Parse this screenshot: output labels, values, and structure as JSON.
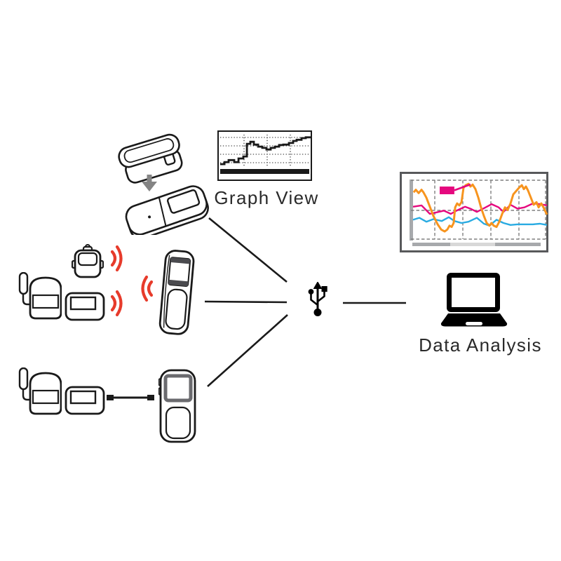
{
  "labels": {
    "graph_view": "Graph View",
    "data_analysis": "Data Analysis"
  },
  "colors": {
    "signal_red": "#e73b2b",
    "arrow_gray": "#848484",
    "outline_black": "#1a1a1a",
    "frame_gray": "#58595b",
    "scrollbar_gray": "#a7a9ac",
    "scrollbar_light": "#d8d8d8"
  },
  "icons": [
    "usb-icon",
    "laptop-icon",
    "download-arrow-icon",
    "wireless-signal-icon"
  ],
  "chart_data": [
    {
      "type": "line",
      "title": "Graph View",
      "subtype": "step",
      "palette": "monochrome",
      "grid": "dotted",
      "points_pct": [
        [
          0,
          76
        ],
        [
          4.7,
          76
        ],
        [
          4.7,
          71
        ],
        [
          9.3,
          71
        ],
        [
          9.3,
          66
        ],
        [
          15.5,
          66
        ],
        [
          15.5,
          71
        ],
        [
          20.2,
          71
        ],
        [
          20.2,
          62
        ],
        [
          25.6,
          62
        ],
        [
          25.6,
          57
        ],
        [
          29.5,
          57
        ],
        [
          29.5,
          26
        ],
        [
          33.3,
          26
        ],
        [
          33.3,
          21
        ],
        [
          37.2,
          21
        ],
        [
          37.2,
          28
        ],
        [
          41.9,
          28
        ],
        [
          41.9,
          33
        ],
        [
          46.5,
          33
        ],
        [
          46.5,
          36
        ],
        [
          51.2,
          36
        ],
        [
          51.2,
          40
        ],
        [
          55.8,
          40
        ],
        [
          55.8,
          36
        ],
        [
          60.5,
          36
        ],
        [
          60.5,
          33
        ],
        [
          65.1,
          33
        ],
        [
          65.1,
          29
        ],
        [
          69.8,
          29
        ],
        [
          69.8,
          28
        ],
        [
          76,
          28
        ],
        [
          76,
          24
        ],
        [
          80.6,
          24
        ],
        [
          80.6,
          19
        ],
        [
          84.5,
          19
        ],
        [
          84.5,
          16
        ],
        [
          89.9,
          16
        ],
        [
          89.9,
          12
        ],
        [
          94.6,
          12
        ],
        [
          94.6,
          10
        ],
        [
          100,
          10
        ]
      ]
    },
    {
      "type": "line",
      "title": "Data Analysis",
      "grid": "dashed",
      "annotation": {
        "color": "#e5087e",
        "box_pct": {
          "x": 20.3,
          "y": 15,
          "w": 10.9,
          "h": 11.8
        },
        "pointer_to_pct": [
          43.2,
          11.8
        ]
      },
      "series": [
        {
          "name": "orange",
          "color": "#f7941e",
          "points_pct": [
            [
              1,
              24
            ],
            [
              2.6,
              20
            ],
            [
              4.7,
              25
            ],
            [
              6.8,
              20
            ],
            [
              8.3,
              24
            ],
            [
              10.4,
              32
            ],
            [
              13,
              46
            ],
            [
              15.6,
              60
            ],
            [
              18.8,
              73
            ],
            [
              21.4,
              81
            ],
            [
              24,
              84
            ],
            [
              26,
              81
            ],
            [
              27.6,
              75
            ],
            [
              29.2,
              77
            ],
            [
              30.7,
              71
            ],
            [
              31.8,
              47
            ],
            [
              33.3,
              41
            ],
            [
              34.9,
              44
            ],
            [
              36.5,
              39
            ],
            [
              38,
              17
            ],
            [
              39.6,
              13
            ],
            [
              41.7,
              11
            ],
            [
              43.2,
              15
            ],
            [
              44.8,
              12
            ],
            [
              46.9,
              19
            ],
            [
              49,
              32
            ],
            [
              51,
              47
            ],
            [
              53.1,
              60
            ],
            [
              55.2,
              71
            ],
            [
              57.3,
              75
            ],
            [
              58.9,
              71
            ],
            [
              60.4,
              75
            ],
            [
              62.5,
              77
            ],
            [
              64.6,
              69
            ],
            [
              66.7,
              57
            ],
            [
              68.8,
              47
            ],
            [
              70.8,
              51
            ],
            [
              72.9,
              41
            ],
            [
              75,
              27
            ],
            [
              77.1,
              22
            ],
            [
              79.2,
              17
            ],
            [
              81.3,
              13
            ],
            [
              82.8,
              19
            ],
            [
              84.4,
              15
            ],
            [
              85.9,
              21
            ],
            [
              88,
              32
            ],
            [
              90.1,
              43
            ],
            [
              92.2,
              39
            ],
            [
              93.8,
              47
            ],
            [
              95.8,
              41
            ],
            [
              97.4,
              47
            ],
            [
              99,
              54
            ],
            [
              100,
              58
            ]
          ]
        },
        {
          "name": "magenta",
          "color": "#e5087e",
          "points_pct": [
            [
              0.5,
              46
            ],
            [
              6.8,
              44
            ],
            [
              13,
              57
            ],
            [
              17.2,
              55
            ],
            [
              23.4,
              52
            ],
            [
              28.6,
              57
            ],
            [
              32.8,
              52
            ],
            [
              39.1,
              46
            ],
            [
              43.2,
              49
            ],
            [
              47.9,
              54
            ],
            [
              53.6,
              48
            ],
            [
              58.9,
              42
            ],
            [
              64.1,
              47
            ],
            [
              67.7,
              54
            ],
            [
              72.9,
              43
            ],
            [
              78.1,
              49
            ],
            [
              83.3,
              47
            ],
            [
              89.6,
              41
            ],
            [
              94.8,
              42
            ],
            [
              100,
              44
            ]
          ]
        },
        {
          "name": "cyan",
          "color": "#29abe2",
          "points_pct": [
            [
              0.5,
              66
            ],
            [
              5.2,
              63
            ],
            [
              10.4,
              69
            ],
            [
              15.6,
              65
            ],
            [
              21.9,
              68
            ],
            [
              27.1,
              62
            ],
            [
              31.3,
              68
            ],
            [
              36.5,
              71
            ],
            [
              41.7,
              69
            ],
            [
              47.9,
              63
            ],
            [
              53.1,
              72
            ],
            [
              57.3,
              75
            ],
            [
              62.5,
              66
            ],
            [
              67.7,
              71
            ],
            [
              72.9,
              74
            ],
            [
              78.1,
              73
            ],
            [
              84.4,
              73
            ],
            [
              89.6,
              73
            ],
            [
              94.8,
              72
            ],
            [
              100,
              74
            ]
          ]
        }
      ]
    }
  ]
}
